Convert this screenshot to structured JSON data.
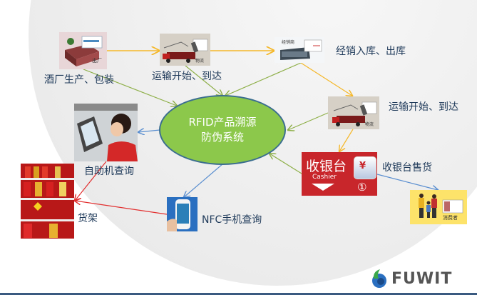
{
  "diagram": {
    "center": {
      "line1": "RFID产品溯源",
      "line2": "防伪系统"
    },
    "nodes": {
      "factory": {
        "label": "酒厂生产、包装",
        "badge": "出厂"
      },
      "transport1": {
        "label": "运输开始、到达",
        "badge": "物流"
      },
      "distributor": {
        "label": "经销入库、出库",
        "badge": "经销商"
      },
      "transport2": {
        "label": "运输开始、到达",
        "badge": "物流"
      },
      "cashier": {
        "label": "收银台售货",
        "title": "收银台",
        "subtitle": "Cashier",
        "number": "①"
      },
      "consumer": {
        "badge": "消费者"
      },
      "kiosk": {
        "label": "自助机查询"
      },
      "shelf": {
        "label": "货架"
      },
      "nfc": {
        "label": "NFC手机查询"
      }
    },
    "colors": {
      "flow_arrow": "#f5b82a",
      "report_arrow": "#8fb04a",
      "query_arrow": "#5b8fd0",
      "shelf_arrow": "#e23030",
      "center_fill": "#8cc84b",
      "center_border": "#3b6e8f",
      "label_text": "#1f3a5a"
    }
  },
  "branding": {
    "logo_text": "FUWIT"
  }
}
